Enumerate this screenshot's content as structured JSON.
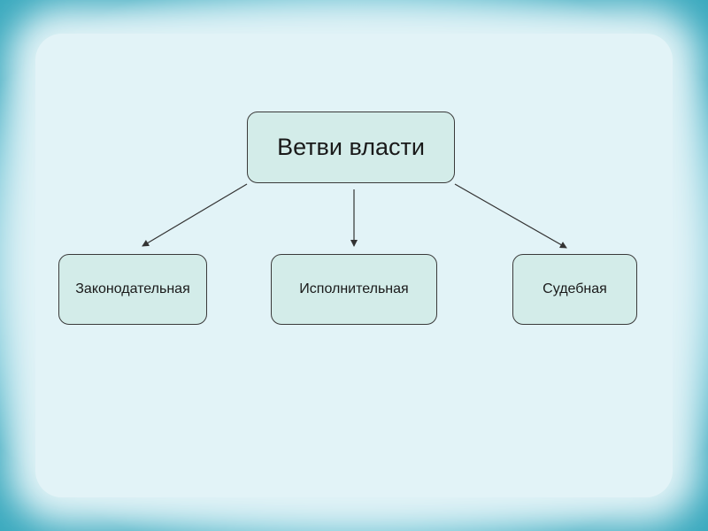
{
  "diagram": {
    "root": {
      "label": "Ветви власти"
    },
    "children": [
      {
        "id": "legislative",
        "label": "Законодательная"
      },
      {
        "id": "executive",
        "label": "Исполнительная"
      },
      {
        "id": "judicial",
        "label": "Судебная"
      }
    ]
  },
  "colors": {
    "background": "#2aa3b8",
    "node_fill": "#d3ece9",
    "node_border": "#3a3a3a",
    "arrow": "#333333"
  }
}
